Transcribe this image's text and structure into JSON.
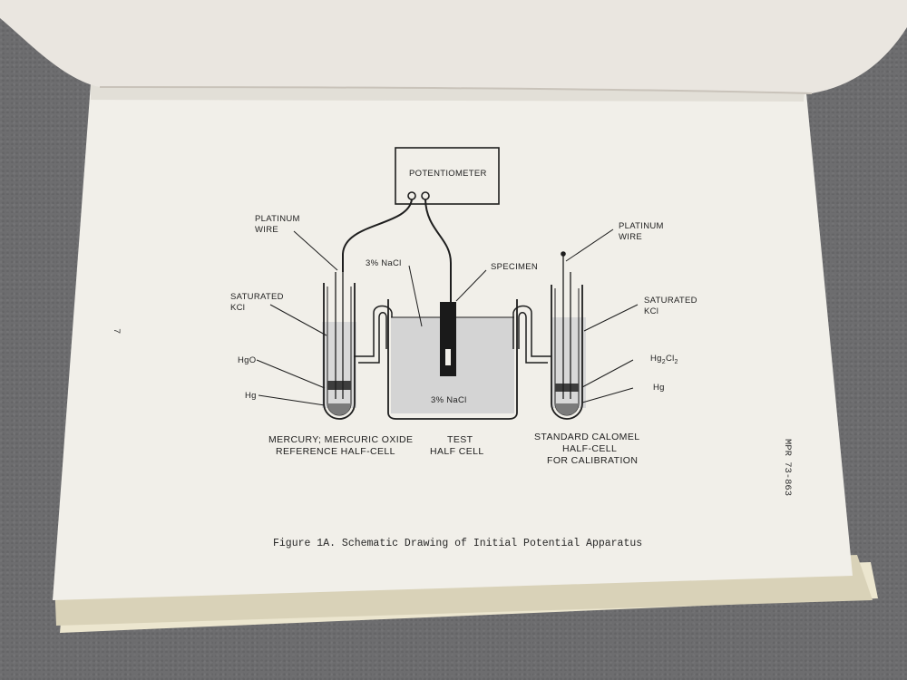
{
  "document": {
    "page_number": "7",
    "report_number": "MPR 73-863",
    "caption": "Figure 1A.  Schematic Drawing of Initial Potential Apparatus"
  },
  "figure": {
    "potentiometer": "POTENTIOMETER",
    "left_labels": {
      "platinum_wire_1": "PLATINUM",
      "platinum_wire_2": "WIRE",
      "saturated_kcl_1": "SATURATED",
      "saturated_kcl_2": "KCl",
      "hgo": "HgO",
      "hg": "Hg"
    },
    "center_labels": {
      "nacl_top": "3% NaCl",
      "specimen": "SPECIMEN",
      "nacl_bottom": "3% NaCl"
    },
    "right_labels": {
      "platinum_wire_1": "PLATINUM",
      "platinum_wire_2": "WIRE",
      "saturated_kcl_1": "SATURATED",
      "saturated_kcl_2": "KCl",
      "hg2cl2_base": "Hg",
      "hg2cl2_sub1": "2",
      "hg2cl2_mid": "Cl",
      "hg2cl2_sub2": "2",
      "hg": "Hg"
    },
    "captions": {
      "left_1": "MERCURY; MERCURIC OXIDE",
      "left_2": "REFERENCE HALF-CELL",
      "center_1": "TEST",
      "center_2": "HALF CELL",
      "right_1": "STANDARD CALOMEL",
      "right_2": "HALF-CELL",
      "right_3": "FOR CALIBRATION"
    }
  }
}
